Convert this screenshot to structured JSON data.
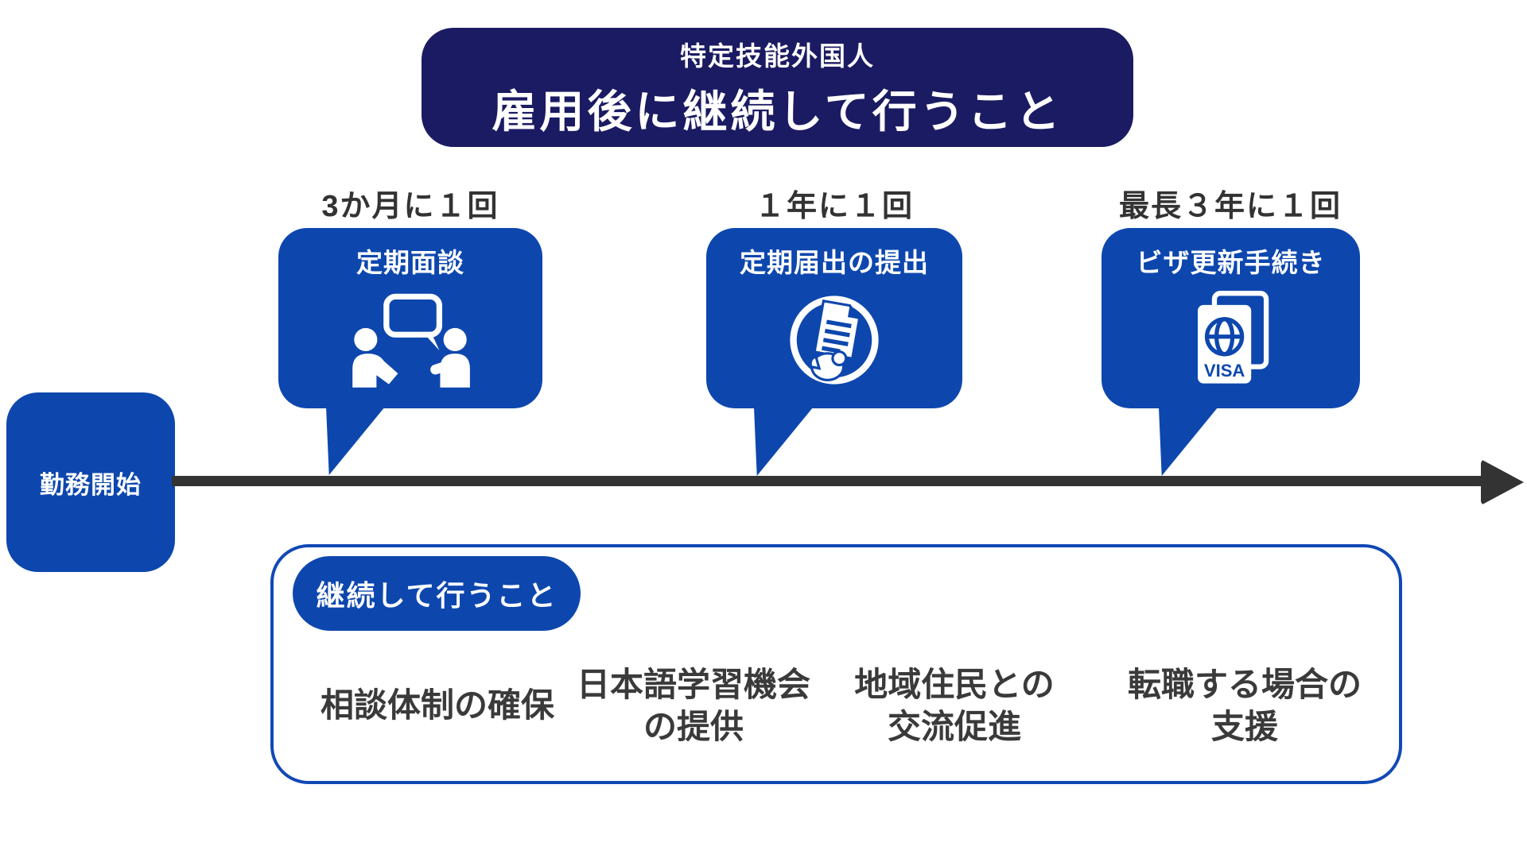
{
  "title": {
    "tag": "特定技能外国人",
    "main": "雇用後に継続して行うこと"
  },
  "timeline": {
    "start_label": "勤務開始"
  },
  "milestones": [
    {
      "frequency": "3か月に１回",
      "title": "定期面談",
      "icon": "interview-icon"
    },
    {
      "frequency": "１年に１回",
      "title": "定期届出の提出",
      "icon": "document-submission-icon"
    },
    {
      "frequency": "最長３年に１回",
      "title": "ビザ更新手続き",
      "icon": "visa-passport-icon",
      "icon_text": "VISA"
    }
  ],
  "ongoing": {
    "badge": "継続して行うこと",
    "items": [
      {
        "line1": "相談体制の確保",
        "line2": ""
      },
      {
        "line1": "日本語学習機会",
        "line2": "の提供"
      },
      {
        "line1": "地域住民との",
        "line2": "交流促進"
      },
      {
        "line1": "転職する場合の",
        "line2": "支援"
      }
    ]
  },
  "colors": {
    "primary_blue": "#0D47AE",
    "navy": "#1B1B63",
    "dark": "#333333"
  }
}
